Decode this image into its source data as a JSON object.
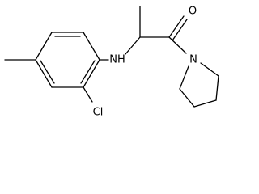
{
  "molecule": {
    "atoms": {
      "amine_nitrogen": "NH",
      "chloro": "Cl",
      "carbonyl_oxygen": "O",
      "ring_nitrogen": "N"
    }
  }
}
